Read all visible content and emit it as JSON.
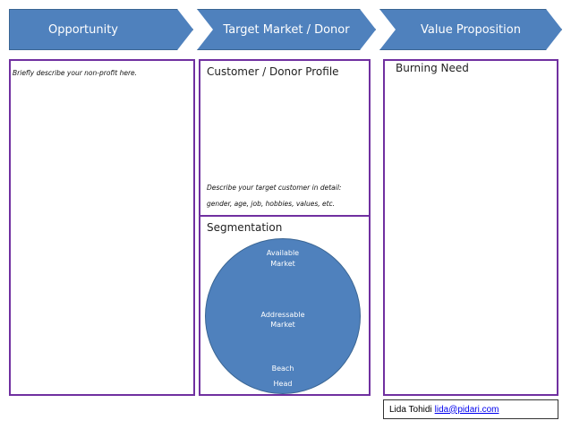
{
  "header": {
    "steps": [
      {
        "label": "Opportunity"
      },
      {
        "label": "Target Market / Donor"
      },
      {
        "label": "Value Proposition"
      }
    ]
  },
  "opportunity": {
    "hint": "Briefly describe your non-profit here."
  },
  "profile": {
    "title": "Customer / Donor Profile",
    "hint_line1": "Describe your target customer in detail:",
    "hint_line2": "gender, age, job, hobbies, values, etc."
  },
  "segmentation": {
    "title": "Segmentation",
    "available_line1": "Available",
    "available_line2": "Market",
    "addressable_line1": "Addressable",
    "addressable_line2": "Market",
    "beach": "Beach",
    "head": "Head"
  },
  "value": {
    "title": "Burning Need"
  },
  "footer": {
    "author": "Lida Tohidi",
    "email": "lida@pidari.com"
  },
  "colors": {
    "arrow_fill": "#4f81bd",
    "box_border": "#7030a0",
    "circle_fill": "#4f81bd"
  }
}
